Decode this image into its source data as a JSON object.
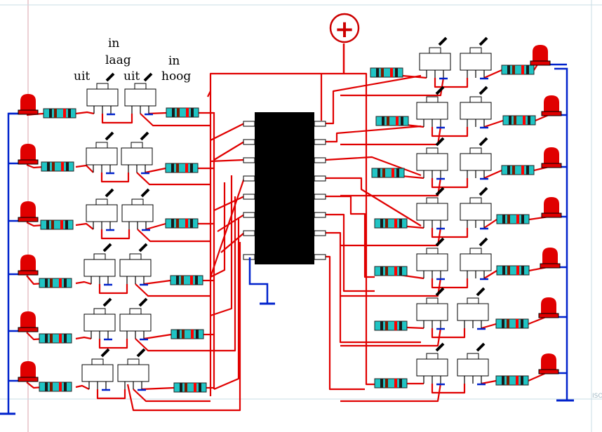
{
  "labels": {
    "uit_left": "uit",
    "in_laag_line1": "in",
    "in_laag_line2": "laag",
    "uit_mid": "uit",
    "in_hoog_line1": "in",
    "in_hoog_line2": "hoog",
    "plus_symbol": "+",
    "corner_fragment": "ISO"
  },
  "colors": {
    "wire": "#e00000",
    "ground": "#0022cc",
    "led": "#e00000",
    "chip": "#000000",
    "resistor_body": "#20c4c4",
    "switch_body": "#ffffff",
    "margin_guide": "#c8dce6"
  },
  "circuit": {
    "left_channels": 6,
    "right_channels": 7,
    "ic_pins_per_side": 8
  }
}
